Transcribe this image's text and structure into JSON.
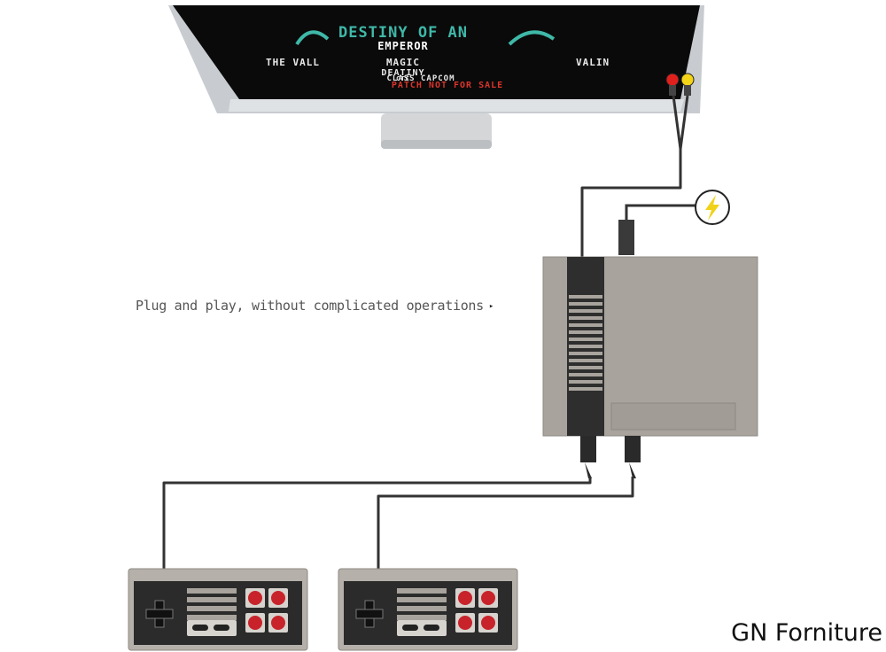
{
  "caption": {
    "text": "Plug and play, without complicated operations",
    "arrow": "▸"
  },
  "watermark": "GN Forniture",
  "screen": {
    "title_line_1": "DESTINY OF AN",
    "title_line_2": "EMPEROR",
    "menu_row_left": "THE VALL",
    "menu_row_mid": "MAGIC",
    "menu_row_right": "VALIN",
    "sub_1": "DEATINY",
    "sub_2": "CTC",
    "sub_3": "CLASS CAPCOM",
    "footer": "PATCH NOT FOR SALE"
  },
  "colors": {
    "screen_title": "#3fb8a8",
    "screen_text": "#e8e8e8",
    "screen_footer": "#d8342a",
    "console_body": "#a8a39d",
    "cable": "#333333",
    "plug_red": "#e0201c",
    "plug_yellow": "#f3d417",
    "power_icon": "#f1d21a",
    "button_red": "#c8232b"
  },
  "icons": [
    "power-icon",
    "dpad-icon",
    "arrow-right-icon"
  ]
}
